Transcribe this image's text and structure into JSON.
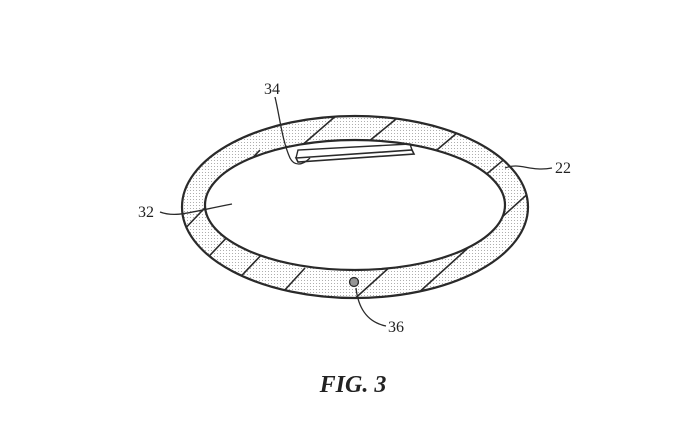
{
  "figure": {
    "caption": "FIG. 3",
    "labels": {
      "ring": "22",
      "inner_opening": "32",
      "slot": "34",
      "dot": "36"
    }
  }
}
